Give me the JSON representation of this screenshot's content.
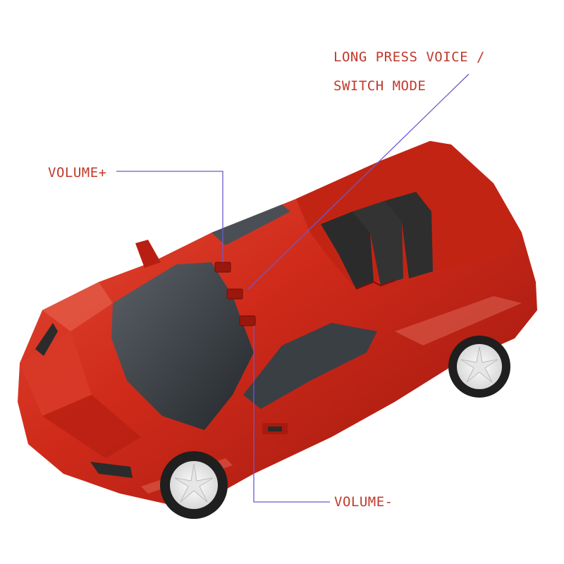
{
  "labels": {
    "long_press_line1": "LONG PRESS VOICE /",
    "long_press_line2": "SWITCH MODE",
    "volume_plus": "VOLUME+",
    "volume_minus": "VOLUME-"
  },
  "colors": {
    "label_text": "#c0392b",
    "leader_line": "#6a5acd",
    "car_body": "#cf2a1a",
    "car_shadow": "#8e140c",
    "car_highlight": "#f08a78",
    "glass": "#3a3f44",
    "vent": "#2b2b2b",
    "wheel_rim": "#f2f2f2",
    "tire": "#1f1f1f"
  },
  "icons": {
    "button_volume_plus": "button-icon",
    "button_voice": "button-icon",
    "button_volume_minus": "button-icon"
  }
}
